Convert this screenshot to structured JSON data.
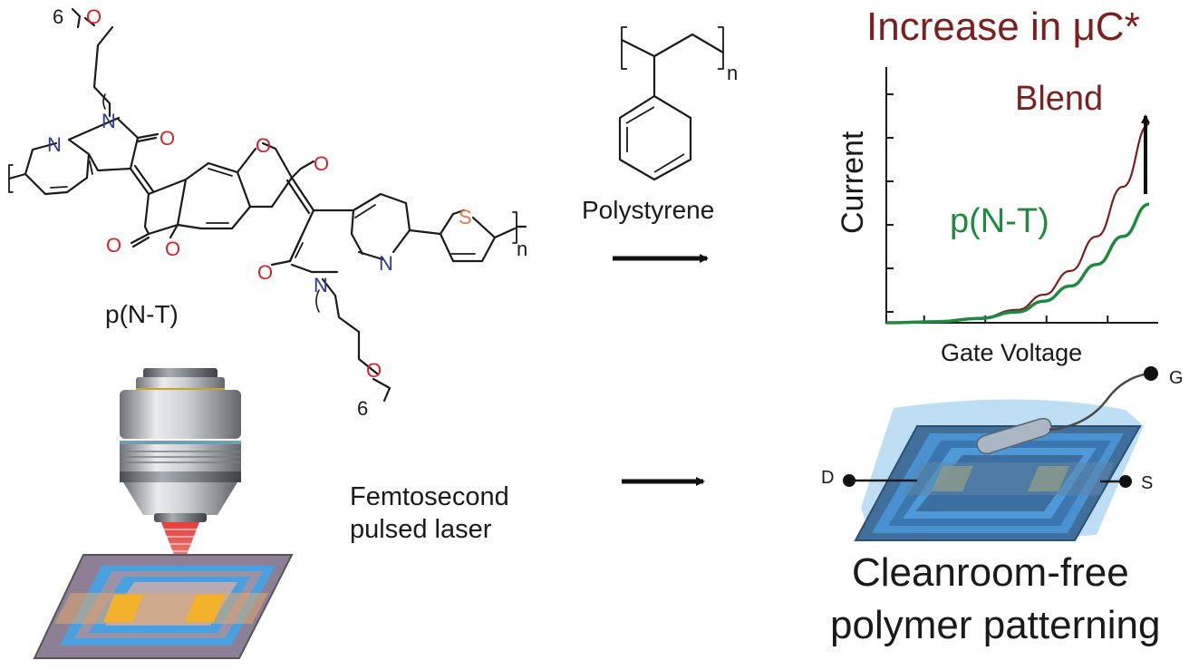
{
  "colors": {
    "oxygen": "#d2232a",
    "nitrogen": "#2e3a8c",
    "sulfur": "#e8793a",
    "blend": "#7b1f1f",
    "pnt": "#1f8a3f",
    "text": "#1a1a1a"
  },
  "structure_pnt": {
    "name": "p(N-T)",
    "atoms": {
      "O": "O",
      "N": "N",
      "S": "S"
    },
    "side_chain_repeat": "6",
    "repeat_subscript": "n"
  },
  "structure_ps": {
    "name": "Polystyrene",
    "repeat_subscript": "n"
  },
  "laser": {
    "line1": "Femtosecond",
    "line2": "pulsed laser"
  },
  "chart_data": {
    "type": "line",
    "title": "Increase in μC*",
    "xlabel": "Gate Voltage",
    "ylabel": "Current",
    "xlim": [
      0,
      1
    ],
    "ylim": [
      0,
      1
    ],
    "grid": false,
    "legend": "inline",
    "annotation": "arrow from p(N-T) end up to Blend end",
    "series": [
      {
        "name": "Blend",
        "x": [
          0,
          0.2,
          0.35,
          0.5,
          0.6,
          0.7,
          0.8,
          0.9,
          1.0
        ],
        "y": [
          0,
          0.005,
          0.02,
          0.06,
          0.13,
          0.24,
          0.4,
          0.63,
          0.92
        ]
      },
      {
        "name": "p(N-T)",
        "x": [
          0,
          0.2,
          0.35,
          0.5,
          0.6,
          0.7,
          0.8,
          0.9,
          1.0
        ],
        "y": [
          0,
          0.005,
          0.02,
          0.05,
          0.1,
          0.17,
          0.27,
          0.4,
          0.55
        ]
      }
    ]
  },
  "device": {
    "drain": "D",
    "source": "S",
    "gate": "G",
    "caption_line1": "Cleanroom-free",
    "caption_line2": "polymer patterning"
  }
}
